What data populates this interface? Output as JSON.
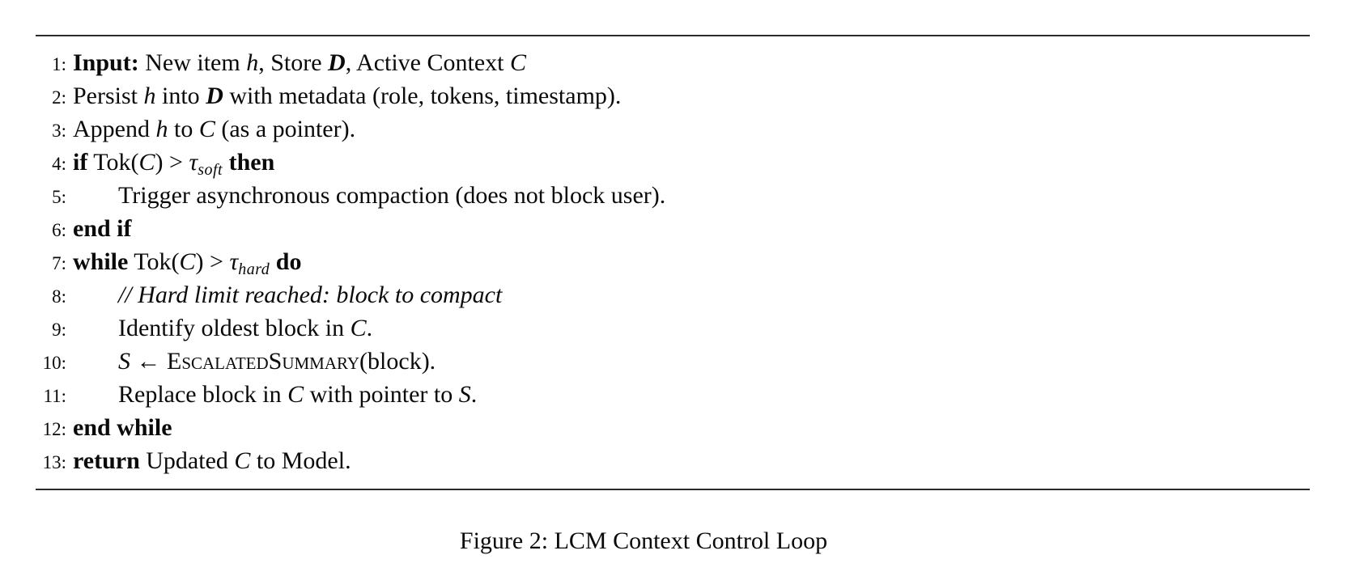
{
  "figure": {
    "caption": "Figure 2: LCM Context Control Loop"
  },
  "colors": {
    "background": "#ffffff",
    "text": "#0a0a0a",
    "rule": "#2b2b2b"
  },
  "algorithm": {
    "lines": [
      {
        "num": "1:",
        "indent": 0,
        "segments": [
          {
            "s": "b",
            "t": "Input:"
          },
          {
            "s": "r",
            "t": " New item "
          },
          {
            "s": "i",
            "t": "h"
          },
          {
            "s": "r",
            "t": ", Store "
          },
          {
            "s": "cal",
            "t": "D"
          },
          {
            "s": "r",
            "t": ", Active Context "
          },
          {
            "s": "i",
            "t": "C"
          }
        ]
      },
      {
        "num": "2:",
        "indent": 0,
        "segments": [
          {
            "s": "r",
            "t": "Persist "
          },
          {
            "s": "i",
            "t": "h"
          },
          {
            "s": "r",
            "t": " into "
          },
          {
            "s": "cal",
            "t": "D"
          },
          {
            "s": "r",
            "t": " with metadata (role, tokens, timestamp)."
          }
        ]
      },
      {
        "num": "3:",
        "indent": 0,
        "segments": [
          {
            "s": "r",
            "t": "Append "
          },
          {
            "s": "i",
            "t": "h"
          },
          {
            "s": "r",
            "t": " to "
          },
          {
            "s": "i",
            "t": "C"
          },
          {
            "s": "r",
            "t": " (as a pointer)."
          }
        ]
      },
      {
        "num": "4:",
        "indent": 0,
        "segments": [
          {
            "s": "b",
            "t": "if"
          },
          {
            "s": "r",
            "t": " Tok("
          },
          {
            "s": "i",
            "t": "C"
          },
          {
            "s": "r",
            "t": ") > "
          },
          {
            "s": "i",
            "t": "τ"
          },
          {
            "s": "sub",
            "t": "soft"
          },
          {
            "s": "r",
            "t": " "
          },
          {
            "s": "b",
            "t": "then"
          }
        ]
      },
      {
        "num": "5:",
        "indent": 1,
        "segments": [
          {
            "s": "r",
            "t": "Trigger asynchronous compaction (does not block user)."
          }
        ]
      },
      {
        "num": "6:",
        "indent": 0,
        "segments": [
          {
            "s": "b",
            "t": "end if"
          }
        ]
      },
      {
        "num": "7:",
        "indent": 0,
        "segments": [
          {
            "s": "b",
            "t": "while"
          },
          {
            "s": "r",
            "t": " Tok("
          },
          {
            "s": "i",
            "t": "C"
          },
          {
            "s": "r",
            "t": ") > "
          },
          {
            "s": "i",
            "t": "τ"
          },
          {
            "s": "sub",
            "t": "hard"
          },
          {
            "s": "r",
            "t": " "
          },
          {
            "s": "b",
            "t": "do"
          }
        ]
      },
      {
        "num": "8:",
        "indent": 1,
        "segments": [
          {
            "s": "ic",
            "t": "// Hard limit reached: block to compact"
          }
        ]
      },
      {
        "num": "9:",
        "indent": 1,
        "segments": [
          {
            "s": "r",
            "t": "Identify oldest block in "
          },
          {
            "s": "i",
            "t": "C"
          },
          {
            "s": "r",
            "t": "."
          }
        ]
      },
      {
        "num": "10:",
        "indent": 1,
        "segments": [
          {
            "s": "i",
            "t": "S"
          },
          {
            "s": "r",
            "t": " ← "
          },
          {
            "s": "sc",
            "t": "EscalatedSummary"
          },
          {
            "s": "r",
            "t": "(block)."
          }
        ]
      },
      {
        "num": "11:",
        "indent": 1,
        "segments": [
          {
            "s": "r",
            "t": "Replace block in "
          },
          {
            "s": "i",
            "t": "C"
          },
          {
            "s": "r",
            "t": " with pointer to "
          },
          {
            "s": "i",
            "t": "S"
          },
          {
            "s": "r",
            "t": "."
          }
        ]
      },
      {
        "num": "12:",
        "indent": 0,
        "segments": [
          {
            "s": "b",
            "t": "end while"
          }
        ]
      },
      {
        "num": "13:",
        "indent": 0,
        "segments": [
          {
            "s": "b",
            "t": "return"
          },
          {
            "s": "r",
            "t": " Updated "
          },
          {
            "s": "i",
            "t": "C"
          },
          {
            "s": "r",
            "t": " to Model."
          }
        ]
      }
    ]
  }
}
